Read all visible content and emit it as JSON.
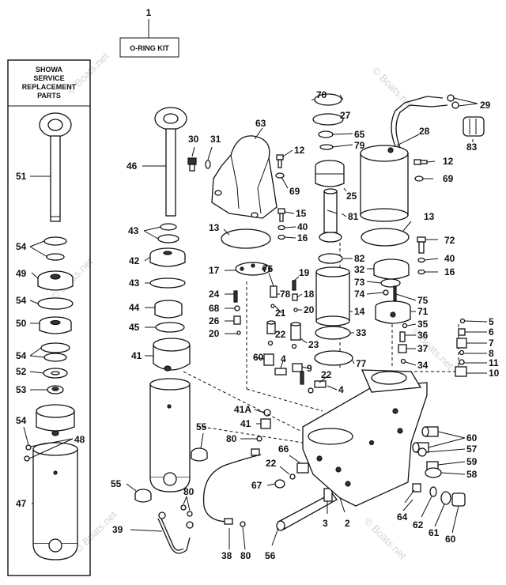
{
  "kit_box": {
    "callout": "1",
    "label": "O-RING KIT"
  },
  "service_box": {
    "title_lines": [
      "SHOWA",
      "SERVICE",
      "REPLACEMENT",
      "PARTS"
    ]
  },
  "watermark": "© Boats.net",
  "callouts": [
    {
      "id": "51",
      "label": "51"
    },
    {
      "id": "54a",
      "label": "54"
    },
    {
      "id": "49",
      "label": "49"
    },
    {
      "id": "54b",
      "label": "54"
    },
    {
      "id": "50",
      "label": "50"
    },
    {
      "id": "54c",
      "label": "54"
    },
    {
      "id": "52",
      "label": "52"
    },
    {
      "id": "53",
      "label": "53"
    },
    {
      "id": "54d",
      "label": "54"
    },
    {
      "id": "48",
      "label": "48"
    },
    {
      "id": "47",
      "label": "47"
    },
    {
      "id": "46",
      "label": "46"
    },
    {
      "id": "43a",
      "label": "43"
    },
    {
      "id": "42",
      "label": "42"
    },
    {
      "id": "43b",
      "label": "43"
    },
    {
      "id": "44",
      "label": "44"
    },
    {
      "id": "45",
      "label": "45"
    },
    {
      "id": "41",
      "label": "41"
    },
    {
      "id": "55a",
      "label": "55"
    },
    {
      "id": "55b",
      "label": "55"
    },
    {
      "id": "39",
      "label": "39"
    },
    {
      "id": "80a",
      "label": "80"
    },
    {
      "id": "38",
      "label": "38"
    },
    {
      "id": "80b",
      "label": "80"
    },
    {
      "id": "56",
      "label": "56"
    },
    {
      "id": "30",
      "label": "30"
    },
    {
      "id": "31",
      "label": "31"
    },
    {
      "id": "63",
      "label": "63"
    },
    {
      "id": "12a",
      "label": "12"
    },
    {
      "id": "69a",
      "label": "69"
    },
    {
      "id": "15",
      "label": "15"
    },
    {
      "id": "40a",
      "label": "40"
    },
    {
      "id": "16a",
      "label": "16"
    },
    {
      "id": "13a",
      "label": "13"
    },
    {
      "id": "17",
      "label": "17"
    },
    {
      "id": "24",
      "label": "24"
    },
    {
      "id": "68",
      "label": "68"
    },
    {
      "id": "26",
      "label": "26"
    },
    {
      "id": "20a",
      "label": "20"
    },
    {
      "id": "76",
      "label": "76"
    },
    {
      "id": "78",
      "label": "78"
    },
    {
      "id": "19",
      "label": "19"
    },
    {
      "id": "18",
      "label": "18"
    },
    {
      "id": "21",
      "label": "21"
    },
    {
      "id": "20b",
      "label": "20"
    },
    {
      "id": "22a",
      "label": "22"
    },
    {
      "id": "23",
      "label": "23"
    },
    {
      "id": "60a",
      "label": "60"
    },
    {
      "id": "4a",
      "label": "4"
    },
    {
      "id": "9",
      "label": "9"
    },
    {
      "id": "22b",
      "label": "22"
    },
    {
      "id": "4b",
      "label": "4"
    },
    {
      "id": "41A",
      "label": "41A"
    },
    {
      "id": "41b",
      "label": "41"
    },
    {
      "id": "80c",
      "label": "80"
    },
    {
      "id": "66",
      "label": "66"
    },
    {
      "id": "22c",
      "label": "22"
    },
    {
      "id": "67",
      "label": "67"
    },
    {
      "id": "3",
      "label": "3"
    },
    {
      "id": "2",
      "label": "2"
    },
    {
      "id": "70",
      "label": "70"
    },
    {
      "id": "27",
      "label": "27"
    },
    {
      "id": "65",
      "label": "65"
    },
    {
      "id": "79",
      "label": "79"
    },
    {
      "id": "25",
      "label": "25"
    },
    {
      "id": "81",
      "label": "81"
    },
    {
      "id": "82",
      "label": "82"
    },
    {
      "id": "32",
      "label": "32"
    },
    {
      "id": "73",
      "label": "73"
    },
    {
      "id": "74",
      "label": "74"
    },
    {
      "id": "14",
      "label": "14"
    },
    {
      "id": "33",
      "label": "33"
    },
    {
      "id": "77",
      "label": "77"
    },
    {
      "id": "29",
      "label": "29"
    },
    {
      "id": "28",
      "label": "28"
    },
    {
      "id": "83",
      "label": "83"
    },
    {
      "id": "12b",
      "label": "12"
    },
    {
      "id": "69b",
      "label": "69"
    },
    {
      "id": "13b",
      "label": "13"
    },
    {
      "id": "72",
      "label": "72"
    },
    {
      "id": "40b",
      "label": "40"
    },
    {
      "id": "16b",
      "label": "16"
    },
    {
      "id": "75",
      "label": "75"
    },
    {
      "id": "71",
      "label": "71"
    },
    {
      "id": "35",
      "label": "35"
    },
    {
      "id": "36",
      "label": "36"
    },
    {
      "id": "37",
      "label": "37"
    },
    {
      "id": "34",
      "label": "34"
    },
    {
      "id": "5",
      "label": "5"
    },
    {
      "id": "6",
      "label": "6"
    },
    {
      "id": "7",
      "label": "7"
    },
    {
      "id": "8",
      "label": "8"
    },
    {
      "id": "11",
      "label": "11"
    },
    {
      "id": "10",
      "label": "10"
    },
    {
      "id": "60b",
      "label": "60"
    },
    {
      "id": "57",
      "label": "57"
    },
    {
      "id": "59",
      "label": "59"
    },
    {
      "id": "58",
      "label": "58"
    },
    {
      "id": "64",
      "label": "64"
    },
    {
      "id": "62",
      "label": "62"
    },
    {
      "id": "61",
      "label": "61"
    },
    {
      "id": "60c",
      "label": "60"
    }
  ]
}
